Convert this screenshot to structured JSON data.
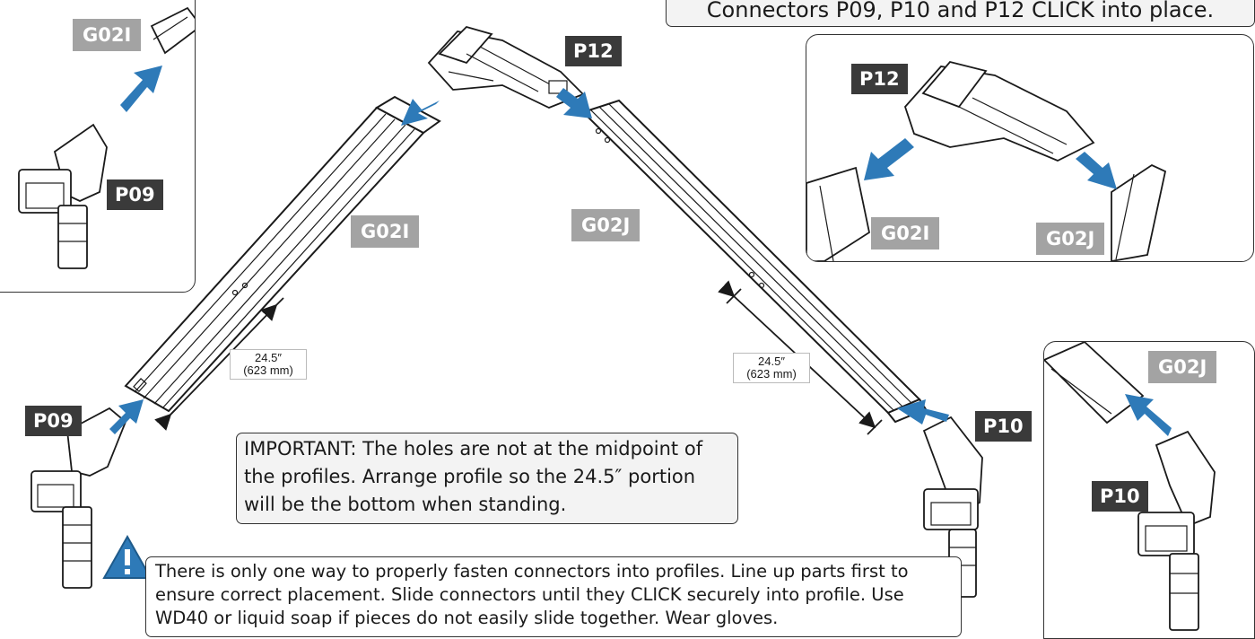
{
  "header": {
    "instruction": "Connectors P09, P10 and P12 CLICK into place."
  },
  "labels": {
    "p09": "P09",
    "p10": "P10",
    "p12": "P12",
    "g02i": "G02I",
    "g02j": "G02J"
  },
  "dimensions": {
    "left_value": "24.5″",
    "left_metric": "(623 mm)",
    "right_value": "24.5″",
    "right_metric": "(623 mm)"
  },
  "notes": {
    "important": "IMPORTANT: The holes are not at the midpoint of the profiles. Arrange profile so the 24.5″ portion will be the bottom when standing.",
    "warning": "There is only one way to properly fasten connectors into profiles. Line up parts first to ensure correct placement. Slide connectors until they CLICK securely into profile. Use WD40 or liquid soap if pieces do not easily slide together. Wear gloves."
  },
  "colors": {
    "arrow": "#2e7ab8",
    "tag_dark": "#3a3a3a",
    "tag_grey": "#a3a3a3",
    "line": "#1a1a1a"
  }
}
